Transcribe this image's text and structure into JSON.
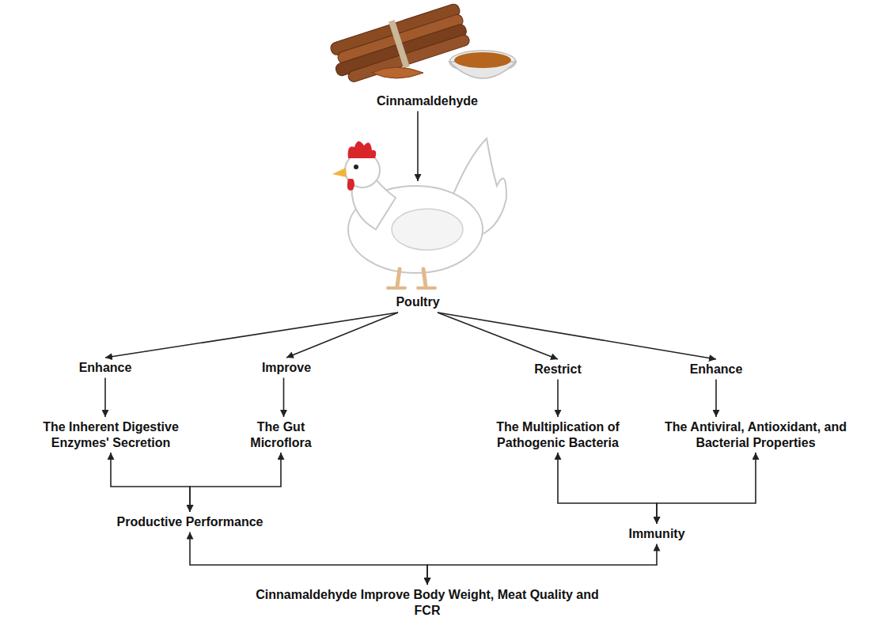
{
  "diagram": {
    "nodes": [
      {
        "text": [
          "Cinnamaldehyde"
        ]
      },
      {
        "text": [
          "Poultry"
        ]
      },
      {
        "text": [
          "Enhance"
        ]
      },
      {
        "text": [
          "Improve"
        ]
      },
      {
        "text": [
          "Restrict"
        ]
      },
      {
        "text": [
          "Enhance"
        ]
      },
      {
        "text": [
          "The Inherent Digestive Enzymes' Secretion"
        ]
      },
      {
        "text": [
          "The Gut Microflora"
        ]
      },
      {
        "text": [
          "The Multiplication of Pathogenic Bacteria"
        ]
      },
      {
        "text": [
          "The Antiviral, Antioxidant, and Bacterial Properties"
        ]
      },
      {
        "text": [
          "Productive Performance"
        ]
      },
      {
        "text": [
          "Immunity"
        ]
      },
      {
        "text": [
          "Cinnamaldehyde Improve Body Weight, Meat Quality and FCR"
        ]
      }
    ],
    "edges": [
      {
        "from": 0,
        "to": 1,
        "arrow": "to"
      },
      {
        "from": 1,
        "to": 2,
        "arrow": "to"
      },
      {
        "from": 1,
        "to": 3,
        "arrow": "to"
      },
      {
        "from": 1,
        "to": 4,
        "arrow": "to"
      },
      {
        "from": 1,
        "to": 5,
        "arrow": "to"
      },
      {
        "from": 2,
        "to": 6,
        "arrow": "to"
      },
      {
        "from": 3,
        "to": 7,
        "arrow": "to"
      },
      {
        "from": 4,
        "to": 8,
        "arrow": "to"
      },
      {
        "from": 5,
        "to": 9,
        "arrow": "to"
      },
      {
        "from": 6,
        "to": 10,
        "arrow": "both"
      },
      {
        "from": 7,
        "to": 10,
        "arrow": "both"
      },
      {
        "from": 8,
        "to": 11,
        "arrow": "both"
      },
      {
        "from": 9,
        "to": 11,
        "arrow": "both"
      },
      {
        "from": 10,
        "to": 12,
        "arrow": "both"
      },
      {
        "from": 11,
        "to": 12,
        "arrow": "both"
      }
    ]
  }
}
